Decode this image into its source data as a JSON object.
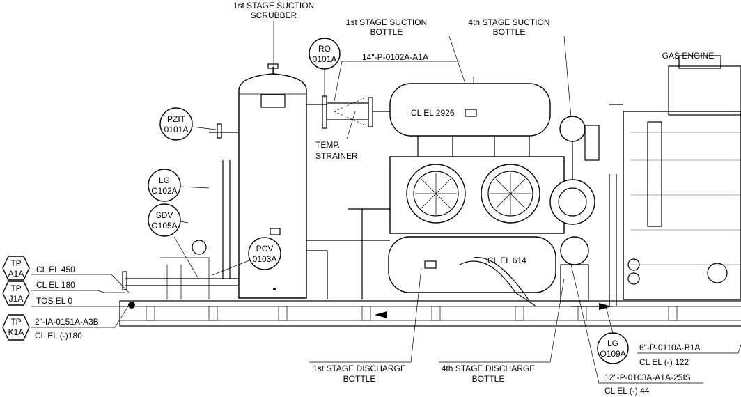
{
  "title_labels": {
    "scrubber": [
      "1st STAGE SUCTION",
      "SCRUBBER"
    ],
    "suction_bottle_1": [
      "1st STAGE SUCTION",
      "BOTTLE"
    ],
    "suction_bottle_4": [
      "4th STAGE SUCTION",
      "BOTTLE"
    ],
    "gas_engine": "GAS ENGINE",
    "discharge_bottle_1": [
      "1st STAGE DISCHARGE",
      "BOTTLE"
    ],
    "discharge_bottle_4": [
      "4th STAGE DISCHARGE",
      "BOTTLE"
    ],
    "temp_strainer": [
      "TEMP.",
      "STRAINER"
    ]
  },
  "instruments": [
    {
      "tag": "RO",
      "number": "0101A"
    },
    {
      "tag": "PZIT",
      "number": "0101A"
    },
    {
      "tag": "LG",
      "number": "O102A"
    },
    {
      "tag": "SDV",
      "number": "O105A"
    },
    {
      "tag": "PCV",
      "number": "0103A"
    },
    {
      "tag": "LG",
      "number": "O109A"
    }
  ],
  "tie_points": [
    {
      "tag": "TP",
      "number": "A1A",
      "line1": "CL EL 450"
    },
    {
      "tag": "TP",
      "number": "J1A",
      "line1": "CL EL 180"
    },
    {
      "tag": "TP",
      "number": "K1A",
      "line1": "2\"-IA-0151A-A3B",
      "line2": "CL EL  (-)180"
    }
  ],
  "elevations": {
    "tos": "TOS EL 0",
    "suction_bottle": "CL EL 2926",
    "discharge_bottle": "CL EL 614"
  },
  "lines": {
    "suction": "14\"-P-0102A-A1A",
    "l6": "6\"-P-0110A-B1A",
    "l6_el": "CL EL  (-) 122",
    "l12": "12\"-P-0103A-A1A-25IS",
    "l12_el": "CL EL  (-) 44"
  }
}
